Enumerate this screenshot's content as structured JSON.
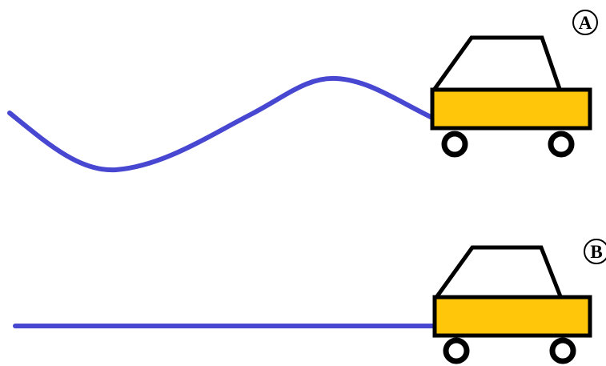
{
  "panels": [
    {
      "label": "A",
      "path_shape": "wavy",
      "path_color": "#4747d1"
    },
    {
      "label": "B",
      "path_shape": "straight",
      "path_color": "#4747d1"
    }
  ],
  "car": {
    "icon": "car-icon",
    "body_color": "#ffc60a",
    "outline_color": "#000000",
    "wheel_color": "#ffffff"
  }
}
